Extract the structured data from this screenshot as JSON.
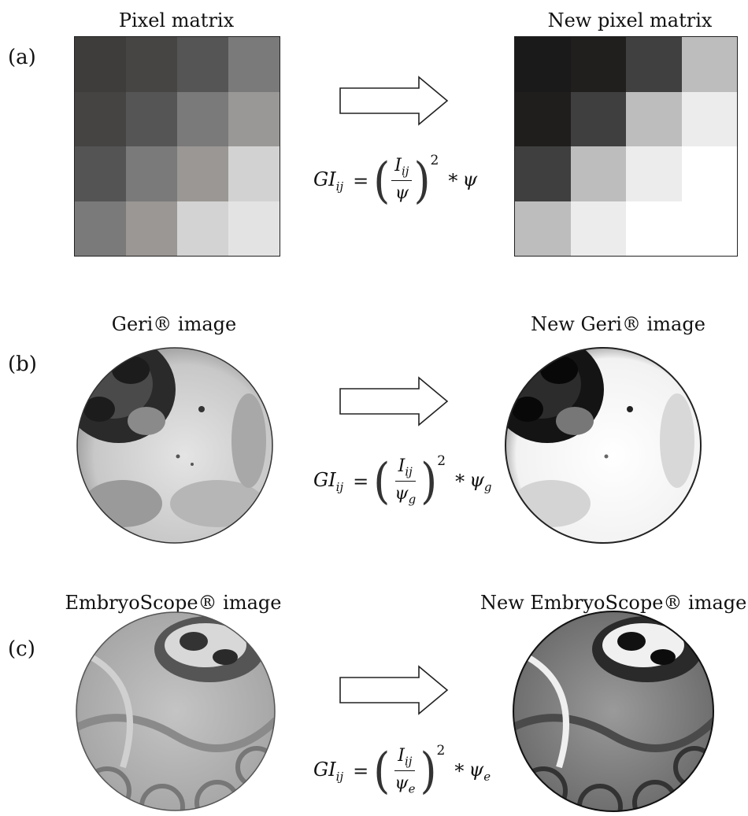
{
  "panels": {
    "a": {
      "label": "(a)",
      "left_title": "Pixel matrix",
      "right_title": "New pixel matrix",
      "formula": {
        "lhs": "GI",
        "lhs_sub": "ij",
        "eq": "=",
        "num": "I",
        "num_sub": "ij",
        "den": "ψ",
        "den_sub": "",
        "exp": "2",
        "times": "*",
        "rhs": "ψ",
        "rhs_sub": ""
      },
      "matrix_before": [
        [
          "#3f3d3b",
          "#474544",
          "#555555",
          "#7a7a7a"
        ],
        [
          "#464443",
          "#555556",
          "#7a7a7a",
          "#9a9896"
        ],
        [
          "#545454",
          "#7a7a7a",
          "#9a9794",
          "#d2d2d2"
        ],
        [
          "#7a7a7a",
          "#9a9794",
          "#d3d3d3",
          "#e3e3e3"
        ]
      ],
      "matrix_after": [
        [
          "#1b1a1a",
          "#211f1e",
          "#404040",
          "#bdbdbd"
        ],
        [
          "#201e1d",
          "#3f3f3f",
          "#bdbdbd",
          "#ececec"
        ],
        [
          "#3f3f3f",
          "#bdbdbd",
          "#ececec",
          "#ffffff"
        ],
        [
          "#bdbdbd",
          "#ececec",
          "#ffffff",
          "#ffffff"
        ]
      ]
    },
    "b": {
      "label": "(b)",
      "left_title": "Geri® image",
      "right_title": "New Geri® image",
      "formula": {
        "lhs": "GI",
        "lhs_sub": "ij",
        "eq": "=",
        "num": "I",
        "num_sub": "ij",
        "den": "ψ",
        "den_sub": "g",
        "exp": "2",
        "times": "*",
        "rhs": "ψ",
        "rhs_sub": "g"
      }
    },
    "c": {
      "label": "(c)",
      "left_title": "EmbryoScope® image",
      "right_title": "New EmbryoScope® image",
      "formula": {
        "lhs": "GI",
        "lhs_sub": "ij",
        "eq": "=",
        "num": "I",
        "num_sub": "ij",
        "den": "ψ",
        "den_sub": "e",
        "exp": "2",
        "times": "*",
        "rhs": "ψ",
        "rhs_sub": "e"
      }
    }
  },
  "colors": {
    "frame": "#222222",
    "arrow_stroke": "#222222",
    "arrow_fill": "#ffffff"
  }
}
